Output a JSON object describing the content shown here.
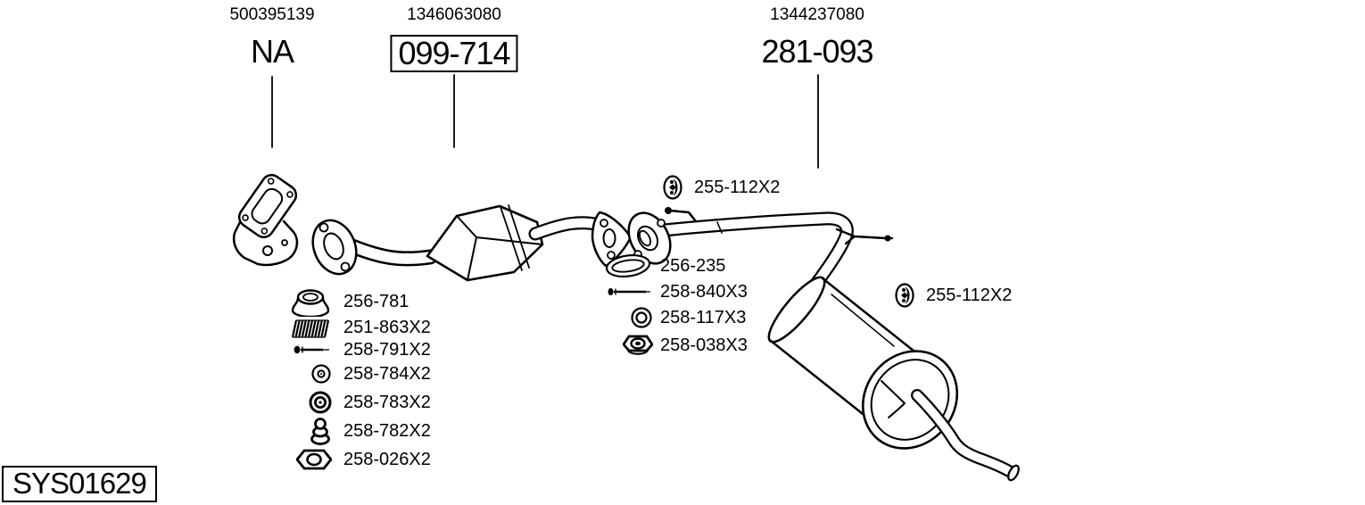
{
  "colors": {
    "ink": "#000000",
    "background": "#ffffff"
  },
  "diagram_id": "SYS01629",
  "top_labels": {
    "left": {
      "ref": "500395139",
      "code": "NA"
    },
    "center": {
      "ref": "1346063080",
      "code": "099-714"
    },
    "right": {
      "ref": "1344237080",
      "code": "281-093"
    }
  },
  "callouts": {
    "front_group": [
      {
        "icon": "cone-gasket-icon",
        "label": "256-781"
      },
      {
        "icon": "coil-spring-icon",
        "label": "251-863X2"
      },
      {
        "icon": "bolt-icon",
        "label": "258-791X2"
      },
      {
        "icon": "flat-washer-icon",
        "label": "258-784X2"
      },
      {
        "icon": "thick-washer-icon",
        "label": "258-783X2"
      },
      {
        "icon": "grommet-icon",
        "label": "258-782X2"
      },
      {
        "icon": "hex-nut-icon",
        "label": "258-026X2"
      }
    ],
    "mid_group": [
      {
        "icon": "ring-gasket-icon",
        "label": "256-235"
      },
      {
        "icon": "bolt-icon",
        "label": "258-840X3"
      },
      {
        "icon": "washer-icon",
        "label": "258-117X3"
      },
      {
        "icon": "flange-nut-icon",
        "label": "258-038X3"
      }
    ],
    "hangers": [
      {
        "icon": "rubber-hanger-icon",
        "label": "255-112X2"
      },
      {
        "icon": "rubber-hanger-icon",
        "label": "255-112X2"
      }
    ]
  }
}
